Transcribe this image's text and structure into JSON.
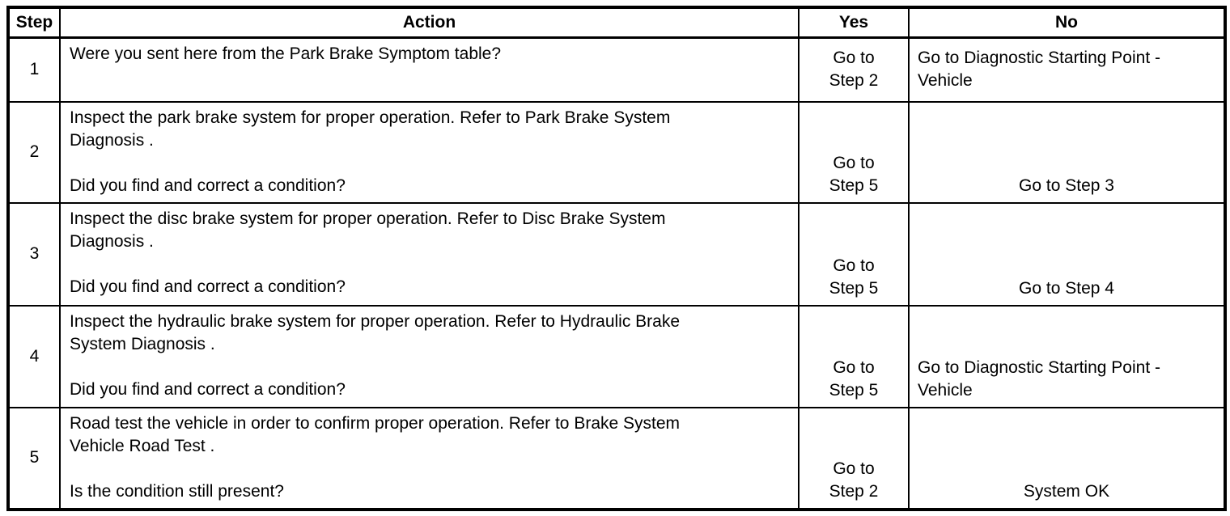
{
  "table": {
    "headers": {
      "step": "Step",
      "action": "Action",
      "yes": "Yes",
      "no": "No"
    },
    "rows": [
      {
        "step": "1",
        "action": "Were you sent here from the Park Brake Symptom table?",
        "yes": "Go to\nStep 2",
        "no": "Go to Diagnostic Starting Point -\nVehicle"
      },
      {
        "step": "2",
        "action": "Inspect the park brake system for proper operation. Refer to Park Brake System\nDiagnosis .\n\nDid you find and correct a condition?",
        "yes": "Go to\nStep 5",
        "no": "Go to Step 3"
      },
      {
        "step": "3",
        "action": "Inspect the disc brake system for proper operation. Refer to Disc Brake System\nDiagnosis .\n\nDid you find and correct a condition?",
        "yes": "Go to\nStep 5",
        "no": "Go to Step 4"
      },
      {
        "step": "4",
        "action": "Inspect the hydraulic brake system for proper operation. Refer to Hydraulic Brake\nSystem Diagnosis .\n\nDid you find and correct a condition?",
        "yes": "Go to\nStep 5",
        "no": "Go to Diagnostic Starting Point -\nVehicle"
      },
      {
        "step": "5",
        "action": "Road test the vehicle in order to confirm proper operation. Refer to Brake System\nVehicle Road Test .\n\nIs the condition still present?",
        "yes": "Go to\nStep 2",
        "no": "System OK"
      }
    ],
    "colors": {
      "border": "#000000",
      "text": "#000000",
      "background": "#ffffff"
    }
  }
}
